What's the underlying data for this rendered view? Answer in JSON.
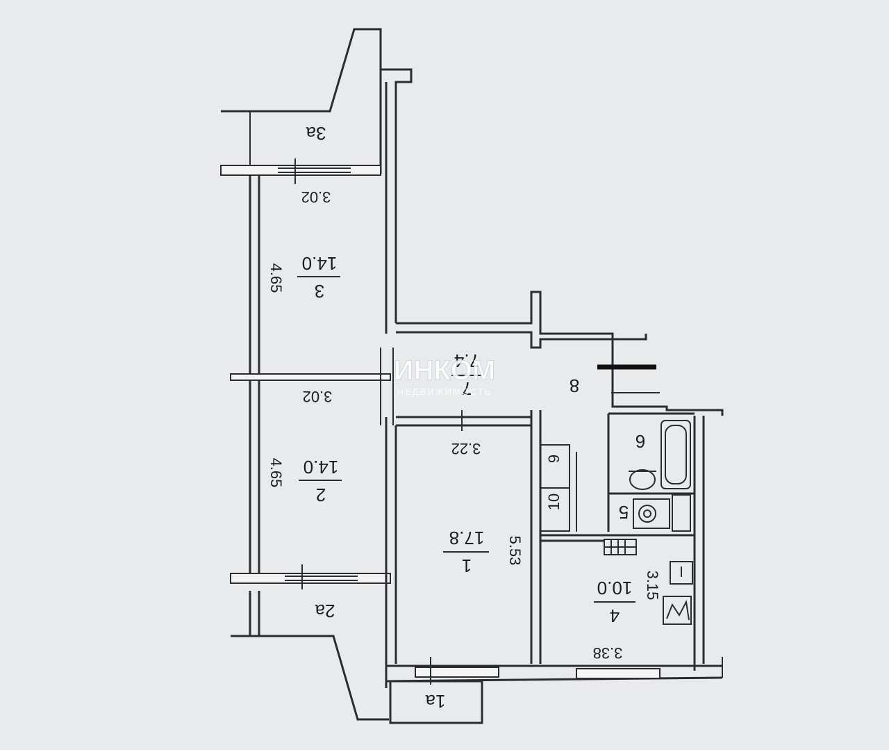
{
  "rooms": [
    {
      "id": "1",
      "label": "1",
      "area": "17.8"
    },
    {
      "id": "2",
      "label": "2",
      "area": "14.0"
    },
    {
      "id": "3",
      "label": "3",
      "area": "14.0"
    },
    {
      "id": "4",
      "label": "4",
      "area": "10.0"
    },
    {
      "id": "5",
      "label": "5"
    },
    {
      "id": "6",
      "label": "6"
    },
    {
      "id": "7",
      "label": "7",
      "area": "7.4"
    },
    {
      "id": "8",
      "label": "8"
    },
    {
      "id": "9",
      "label": "9"
    },
    {
      "id": "10",
      "label": "10"
    },
    {
      "id": "1a",
      "label": "1a"
    },
    {
      "id": "2a",
      "label": "2a"
    },
    {
      "id": "3a",
      "label": "3a"
    }
  ],
  "dimensions": {
    "room3_width": "3.02",
    "room3_length": "4.65",
    "room2_width": "3.02",
    "room2_length": "4.65",
    "room1_width": "3.22",
    "room1_length": "5.53",
    "room4_width": "3.38",
    "room4_length": "3.15"
  },
  "watermark": {
    "brand": "ИНКОМ",
    "tagline": "НЕДВИЖИМОСТЬ"
  },
  "colors": {
    "background": "#e9eaec",
    "ink": "#2a2c30"
  }
}
